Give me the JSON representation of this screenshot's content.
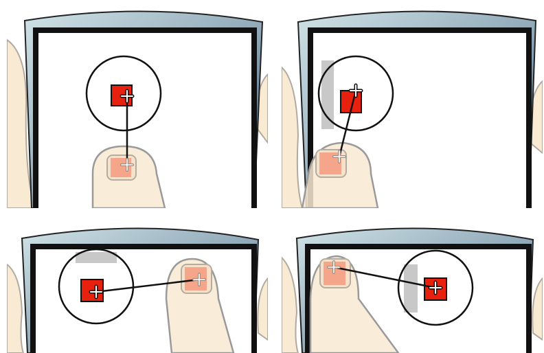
{
  "figure": {
    "panels": [
      {
        "id": "panel-top-left",
        "scenario": "finger-below-target",
        "offset_direction": "down"
      },
      {
        "id": "panel-top-right",
        "scenario": "target-near-left-edge",
        "offset_direction": "down-left"
      },
      {
        "id": "panel-bottom-left",
        "scenario": "finger-right-of-target",
        "offset_direction": "right"
      },
      {
        "id": "panel-bottom-right",
        "scenario": "finger-left-of-target",
        "offset_direction": "left"
      }
    ],
    "colors": {
      "target": "#e8200e",
      "target_ghost": "#f4a58a",
      "skin": "#f8ead3",
      "skin_outline": "#9a9a9a",
      "nail": "#f6e2cb",
      "bezel_light": "#c9dde2",
      "bezel_dark": "#3d546e",
      "screen": "#ffffff",
      "edge_shadow": "#c8c8c8"
    },
    "icons": [
      "crosshair-icon",
      "target-square",
      "lens-circle",
      "finger"
    ]
  }
}
